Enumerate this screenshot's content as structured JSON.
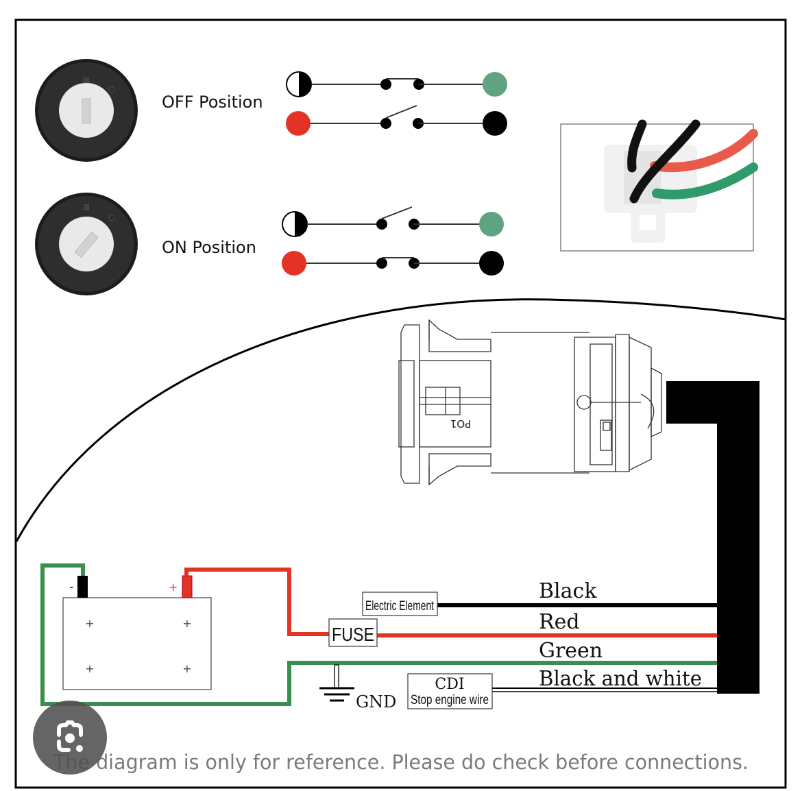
{
  "colors": {
    "red": "#e33327",
    "green": "#3b8f4e",
    "teal_green": "#5fa382",
    "black": "#000000",
    "gray_text": "#7a7a7a"
  },
  "key_positions": [
    {
      "label": "OFF Position",
      "key_angle": "vertical"
    },
    {
      "label": "ON Position",
      "key_angle": "diagonal"
    }
  ],
  "switch_schematics": {
    "off": [
      {
        "left": "half-black",
        "right": "green",
        "state": "closed"
      },
      {
        "left": "red",
        "right": "black",
        "state": "open"
      }
    ],
    "on": [
      {
        "left": "half-black",
        "right": "green",
        "state": "open"
      },
      {
        "left": "red",
        "right": "black",
        "state": "closed"
      }
    ]
  },
  "switch_body": {
    "marking": "PO1"
  },
  "battery": {
    "negative": "-",
    "positive": "+",
    "cell_marks": [
      "+",
      "+",
      "+",
      "+"
    ]
  },
  "components": {
    "electric_element": "Electric Element",
    "fuse": "FUSE",
    "gnd": "GND",
    "cdi_title": "CDI",
    "cdi_subtitle": "Stop engine wire"
  },
  "wires": [
    {
      "label": "Black",
      "color": "#000000"
    },
    {
      "label": "Red",
      "color": "#e33327"
    },
    {
      "label": "Green",
      "color": "#3b8f4e"
    },
    {
      "label": "Black and white",
      "color": "#000000"
    }
  ],
  "footer": {
    "disclaimer": "The diagram is only for reference. Please do check before connections."
  },
  "overlay": {
    "lens_icon": "google-lens-icon"
  }
}
